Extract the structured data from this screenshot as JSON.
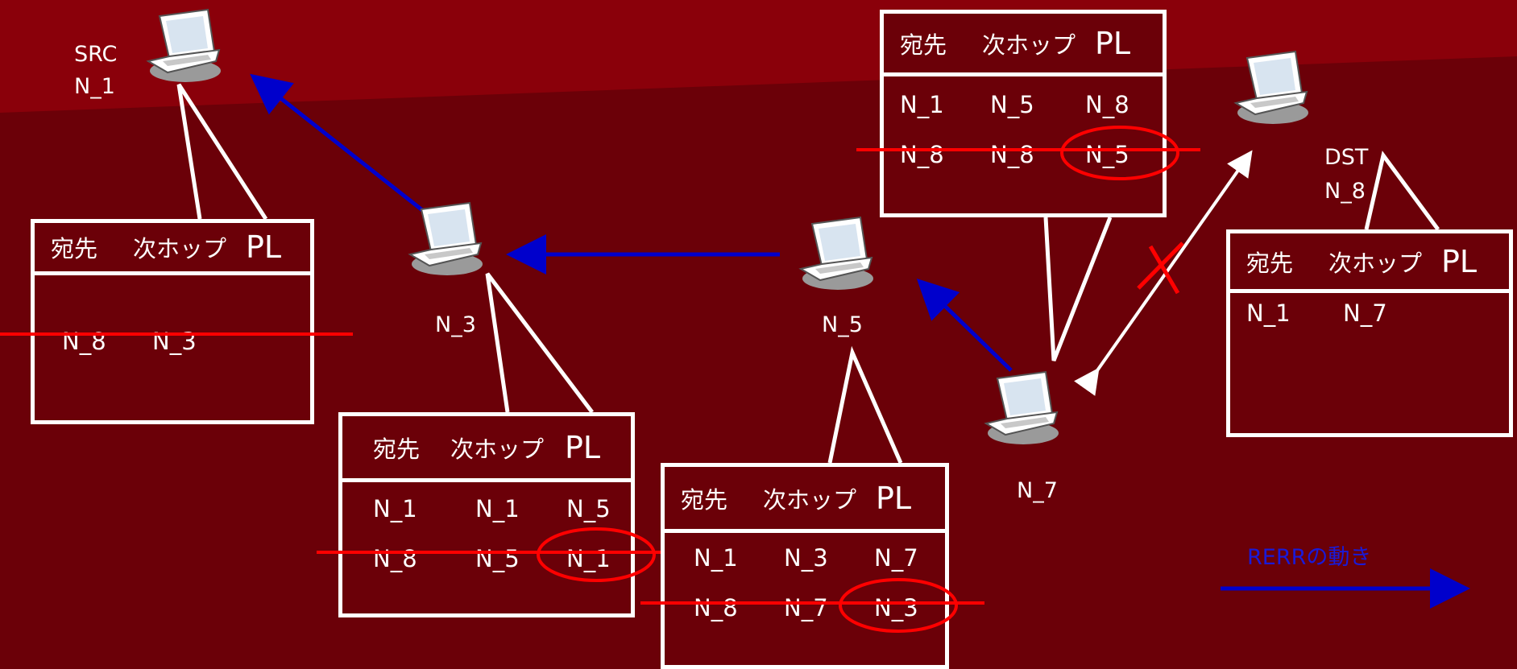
{
  "colors": {
    "background": "#6b0008",
    "line": "#ffffff",
    "rerr_arrow": "#0000cc",
    "strike": "#ff0000"
  },
  "nodes": {
    "n1": {
      "role": "SRC",
      "name": "N_1",
      "icon": "laptop-icon"
    },
    "n3": {
      "name": "N_3",
      "icon": "laptop-icon"
    },
    "n5": {
      "name": "N_5",
      "icon": "laptop-icon"
    },
    "n7": {
      "name": "N_7",
      "icon": "laptop-icon"
    },
    "n8": {
      "role": "DST",
      "name": "N_8",
      "icon": "laptop-icon"
    }
  },
  "tables": {
    "n1": {
      "header": {
        "dest": "宛先",
        "nexthop": "次ホップ",
        "pl": "PL"
      },
      "rows": [
        {
          "dest": "N_8",
          "nexthop": "N_3",
          "struck": true
        }
      ]
    },
    "n3": {
      "header": {
        "dest": "宛先",
        "nexthop": "次ホップ",
        "pl": "PL"
      },
      "rows": [
        {
          "dest": "N_1",
          "nexthop": "N_1",
          "pl": "N_5",
          "struck": false
        },
        {
          "dest": "N_8",
          "nexthop": "N_5",
          "pl": "N_1",
          "struck": true,
          "pl_circled": true
        }
      ]
    },
    "n5": {
      "header": {
        "dest": "宛先",
        "nexthop": "次ホップ",
        "pl": "PL"
      },
      "rows": [
        {
          "dest": "N_1",
          "nexthop": "N_3",
          "pl": "N_7",
          "struck": false
        },
        {
          "dest": "N_8",
          "nexthop": "N_7",
          "pl": "N_3",
          "struck": true,
          "pl_circled": true
        }
      ]
    },
    "n7": {
      "header": {
        "dest": "宛先",
        "nexthop": "次ホップ",
        "pl": "PL"
      },
      "rows": [
        {
          "dest": "N_1",
          "nexthop": "N_5",
          "pl": "N_8",
          "struck": false
        },
        {
          "dest": "N_8",
          "nexthop": "N_8",
          "pl": "N_5",
          "struck": true,
          "pl_circled": true
        }
      ]
    },
    "n8": {
      "header": {
        "dest": "宛先",
        "nexthop": "次ホップ",
        "pl": "PL"
      },
      "rows": [
        {
          "dest": "N_1",
          "nexthop": "N_7",
          "struck": false
        }
      ]
    }
  },
  "legend": {
    "label": "RERRの動き"
  }
}
